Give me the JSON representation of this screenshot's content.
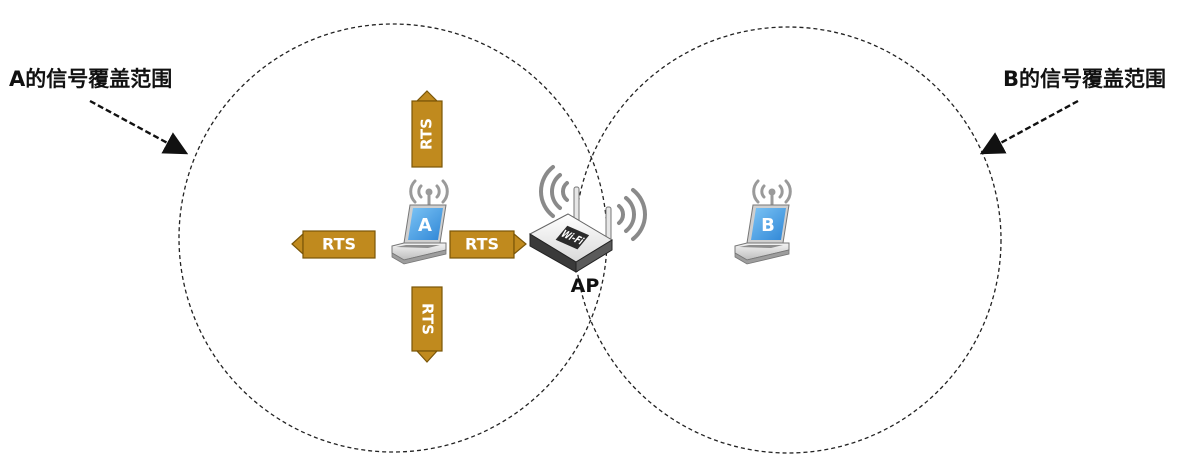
{
  "coverage": {
    "a_label": "A的信号覆盖范围",
    "b_label": "B的信号覆盖范围"
  },
  "rts": {
    "label": "RTS"
  },
  "ap": {
    "label": "AP",
    "sticker": "Wi-Fi"
  },
  "stations": {
    "a": "A",
    "b": "B"
  },
  "colors": {
    "rts_fill": "#c08a1e",
    "rts_stroke": "#7a5608",
    "screen": "#4aa3e6",
    "circle": "#222222",
    "signal": "#9a9a9a"
  }
}
